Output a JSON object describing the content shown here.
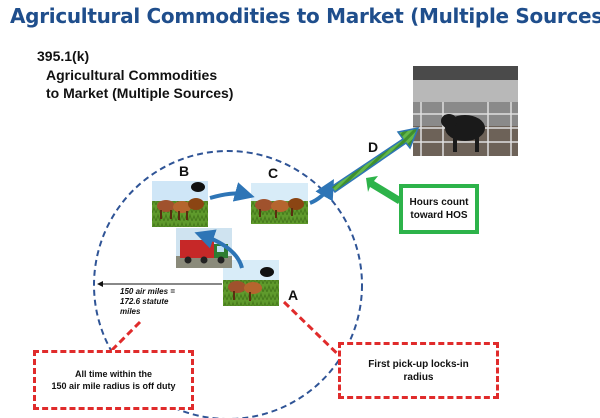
{
  "header": {
    "title": "Agricultural Commodities to Market (Multiple Sources)"
  },
  "subtitle": {
    "code": "395.1(k)",
    "line1": "Agricultural Commodities",
    "line2": "to Market (Multiple Sources)"
  },
  "nodes": {
    "a": "A",
    "b": "B",
    "c": "C",
    "d": "D"
  },
  "radius_note": {
    "line1": "150 air miles =",
    "line2": "172.6 statute",
    "line3": "miles"
  },
  "callouts": {
    "hos": {
      "line1": "Hours count",
      "line2": "toward HOS"
    },
    "off_duty": {
      "line1": "All time within the",
      "line2": "150 air mile radius is off duty"
    },
    "pickup": {
      "line1": "First pick-up locks-in",
      "line2": "radius"
    }
  },
  "colors": {
    "title": "#1f4e8c",
    "circle": "#2f5496",
    "route_arrow": "#2e75b6",
    "hos_border": "#2db34a",
    "dashed_callout": "#e02b2b"
  },
  "icons": [
    "cattle-photo",
    "cattle-truck-photo",
    "stockyard-photo"
  ]
}
